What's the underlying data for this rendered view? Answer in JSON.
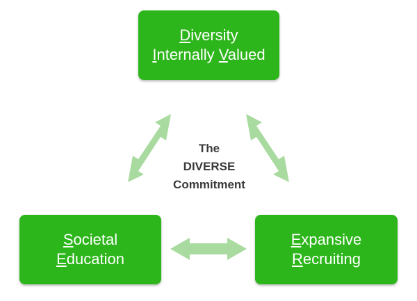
{
  "center_label": {
    "lines": [
      "The",
      "DIVERSE",
      "Commitment"
    ]
  },
  "nodes": {
    "top": {
      "line1": {
        "initial": "D",
        "rest": "iversity"
      },
      "line2": [
        {
          "initial": "I",
          "rest": "nternally "
        },
        {
          "initial": "V",
          "rest": "alued"
        }
      ]
    },
    "left": {
      "line1": {
        "initial": "S",
        "rest": "ocietal"
      },
      "line2": {
        "initial": "E",
        "rest": "ducation"
      }
    },
    "right": {
      "line1": {
        "initial": "E",
        "rest": "xpansive"
      },
      "line2": {
        "initial": "R",
        "rest": "ecruiting"
      }
    }
  },
  "colors": {
    "node_fill": "#2db61b",
    "node_text": "#ffffff",
    "arrow_fill": "#a9dba0",
    "center_text": "#3a3a3a"
  }
}
